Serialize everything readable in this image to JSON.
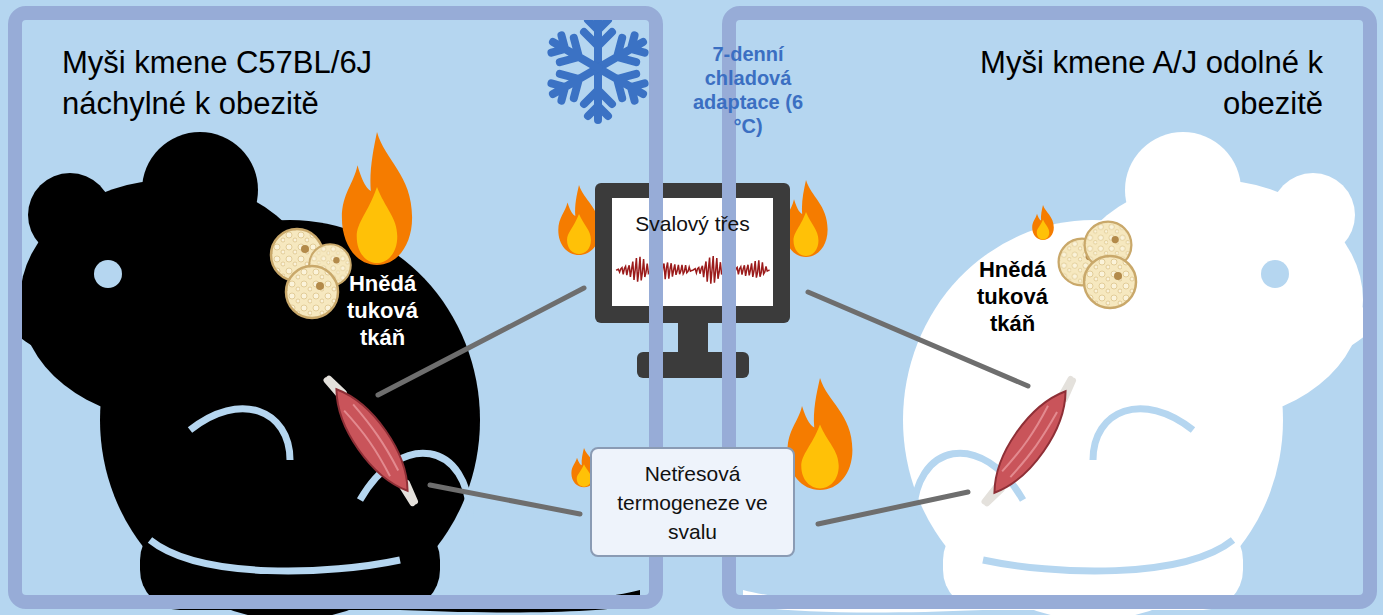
{
  "diagram": {
    "nodes": [
      {
        "text": [
          "Myši kmene C57BL/6J náchylné k obezitě"
        ]
      },
      {
        "text": [
          "Myši kmene A/J odolné k obezitě"
        ]
      },
      {
        "text": [
          "Svalový třes"
        ]
      },
      {
        "text": [
          "Netřesová termogeneze ve svalu"
        ]
      }
    ],
    "labels": [
      "7-denní chladová adaptace (6 °C)",
      "Hnědá tuková tkáň",
      "Hnědá tuková tkáň"
    ]
  }
}
